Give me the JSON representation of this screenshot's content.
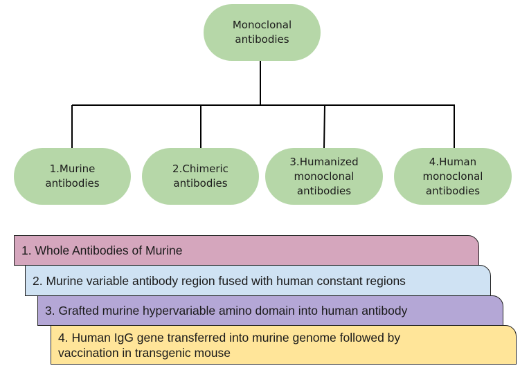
{
  "diagram": {
    "root": {
      "label": "Monoclonal\nantibodies",
      "color": "#b6d7a8"
    },
    "children": [
      {
        "label": "1.Murine\nantibodies",
        "color": "#b6d7a8"
      },
      {
        "label": "2.Chimeric\nantibodies",
        "color": "#b6d7a8"
      },
      {
        "label": "3.Humanized\nmonoclonal\nantibodies",
        "color": "#b6d7a8"
      },
      {
        "label": "4.Human\nmonoclonal\nantibodies",
        "color": "#b6d7a8"
      }
    ],
    "connector_color": "#000000",
    "descriptions": [
      {
        "label": "1. Whole Antibodies of Murine",
        "color": "#d5a6bd"
      },
      {
        "label": "2. Murine variable antibody region fused with human constant regions",
        "color": "#cfe2f3"
      },
      {
        "label": "3. Grafted murine hypervariable amino domain into human antibody",
        "color": "#b4a7d6"
      },
      {
        "label": "4. Human IgG gene transferred into murine genome followed by\nvaccination in transgenic mouse",
        "color": "#ffe599"
      }
    ]
  }
}
